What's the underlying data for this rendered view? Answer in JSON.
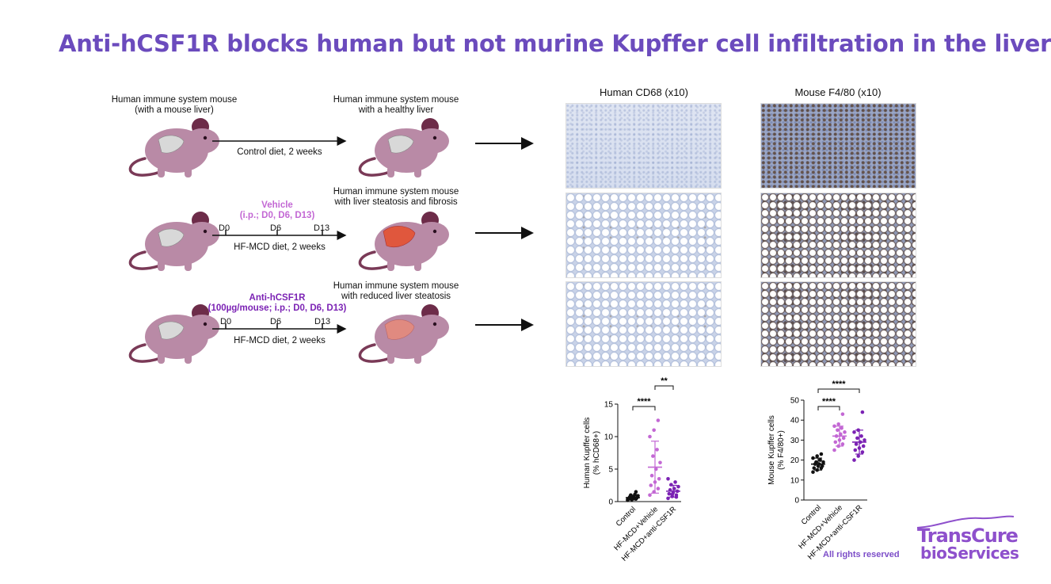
{
  "title": "Anti-hCSF1R blocks human but not murine Kupffer cell infiltration in the liver",
  "rows": [
    {
      "left_label": [
        "Human immune system mouse",
        "(with a mouse liver)"
      ],
      "right_label": [
        "Human immune system mouse",
        "with a healthy liver"
      ],
      "diet": "Control diet, 2 weeks"
    },
    {
      "treatment": [
        "Vehicle",
        "(i.p.; D0, D6, D13)"
      ],
      "treatment_color": "#c368d4",
      "right_label": [
        "Human immune system mouse",
        "with liver steatosis and fibrosis"
      ],
      "days": [
        "D0",
        "D6",
        "D13"
      ],
      "diet": "HF-MCD diet, 2 weeks"
    },
    {
      "treatment": [
        "Anti-hCSF1R",
        "(100µg/mouse; i.p.; D0, D6, D13)"
      ],
      "treatment_color": "#7b22b4",
      "right_label": [
        "Human immune system mouse",
        "with reduced liver steatosis"
      ],
      "days": [
        "D0",
        "D6",
        "D13"
      ],
      "diet": "HF-MCD diet, 2 weeks"
    }
  ],
  "panels": [
    "Human CD68 (x10)",
    "Mouse F4/80 (x10)"
  ],
  "chart_data": [
    {
      "type": "scatter",
      "categories": [
        "Control",
        "HF-MCD+Vehicle",
        "HF-MCD+anti-CSF1R"
      ],
      "ylabel": "Human Kupffer cells\n(% hCD68+)",
      "ylim": [
        0,
        15
      ],
      "yticks": [
        0,
        5,
        10,
        15
      ],
      "means": [
        0.6,
        5.3,
        1.6
      ],
      "sd": [
        0.35,
        4.0,
        0.9
      ],
      "points": [
        [
          0.2,
          0.3,
          0.4,
          0.5,
          0.5,
          0.6,
          0.7,
          0.8,
          0.9,
          1.0,
          1.1,
          0.3,
          0.6,
          1.5
        ],
        [
          1.0,
          1.5,
          2.0,
          2.5,
          3.0,
          3.5,
          4.0,
          5.0,
          6.0,
          7.0,
          8.0,
          10.0,
          11.0,
          12.5
        ],
        [
          0.5,
          0.8,
          1.0,
          1.2,
          1.4,
          1.6,
          1.8,
          2.0,
          2.3,
          2.6,
          3.0,
          3.5,
          1.1,
          0.7
        ]
      ],
      "significance": [
        {
          "from": 0,
          "to": 1,
          "label": "****"
        },
        {
          "from": 1,
          "to": 2,
          "label": "**"
        }
      ],
      "colors": [
        "#111111",
        "#c368d4",
        "#7b22b4"
      ]
    },
    {
      "type": "scatter",
      "categories": [
        "Control",
        "HF-MCD+Vehicle",
        "HF-MCD+anti-CSF1R"
      ],
      "ylabel": "Mouse Kupffer cells\n(% F4/80+)",
      "ylim": [
        0,
        50
      ],
      "yticks": [
        0,
        10,
        20,
        30,
        40,
        50
      ],
      "means": [
        18,
        32,
        29
      ],
      "sd": [
        3,
        5,
        6
      ],
      "points": [
        [
          14,
          15,
          16,
          16,
          17,
          17,
          18,
          18,
          19,
          19,
          20,
          21,
          22,
          23
        ],
        [
          25,
          27,
          28,
          29,
          30,
          31,
          32,
          33,
          34,
          35,
          36,
          37,
          38,
          43
        ],
        [
          20,
          22,
          24,
          25,
          26,
          27,
          28,
          29,
          30,
          31,
          32,
          34,
          35,
          44
        ]
      ],
      "significance": [
        {
          "from": 0,
          "to": 1,
          "label": "****"
        },
        {
          "from": 0,
          "to": 2,
          "label": "****"
        }
      ],
      "colors": [
        "#111111",
        "#c368d4",
        "#7b22b4"
      ]
    }
  ],
  "footer": "All rights reserved",
  "logo": {
    "line1": "TransCure",
    "line2": "bioServices"
  }
}
